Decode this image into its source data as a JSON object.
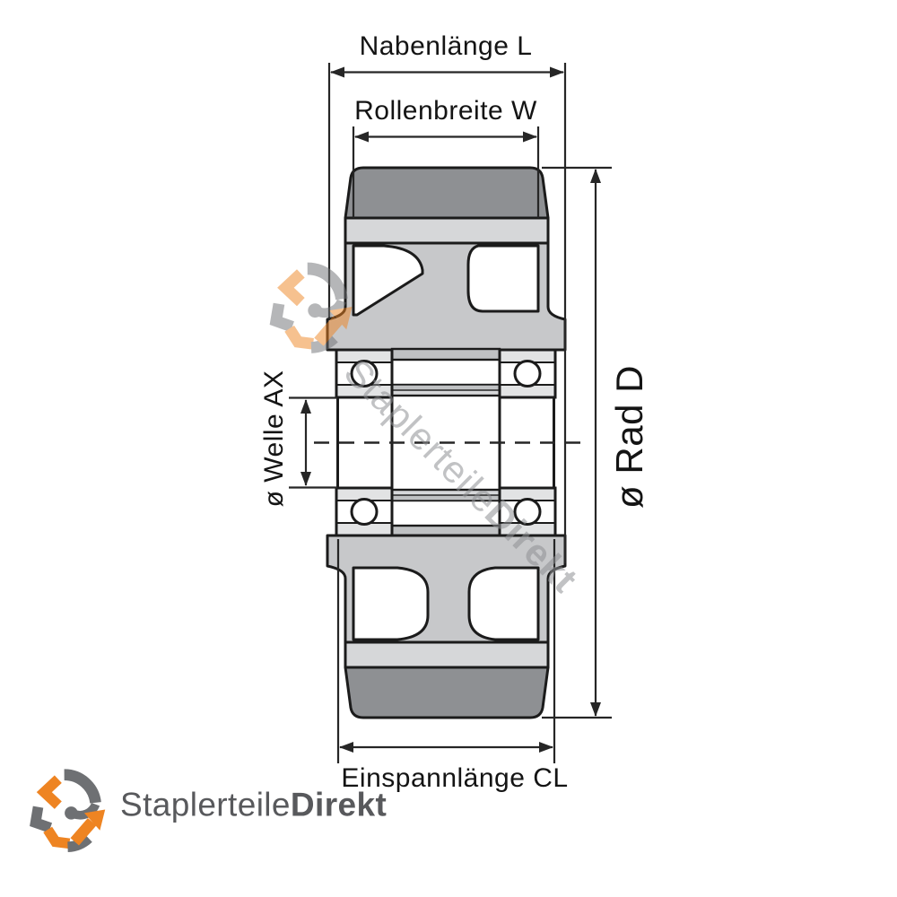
{
  "labels": {
    "hub_length": "Nabenlänge L",
    "roller_width": "Rollenbreite W",
    "shaft_diameter": "ø Welle AX",
    "wheel_diameter": "ø Rad D",
    "clamping_length": "Einspannlänge CL"
  },
  "watermark": {
    "regular": "Staplerteile",
    "bold": "Direkt"
  },
  "brand": {
    "regular": "Staplerteile",
    "bold": "Direkt"
  },
  "colors": {
    "tread": "#8e9093",
    "rim": "#d6d7d9",
    "hub": "#c7c8ca",
    "boss": "#bfc1c3",
    "strip": "#e2e3e4",
    "outline": "#1b1b1b",
    "dim": "#262626",
    "ink": "#141414",
    "brand": "#58595c",
    "wm": "#8f9194",
    "orange": "#ee8422",
    "gray": "#6e7073"
  }
}
